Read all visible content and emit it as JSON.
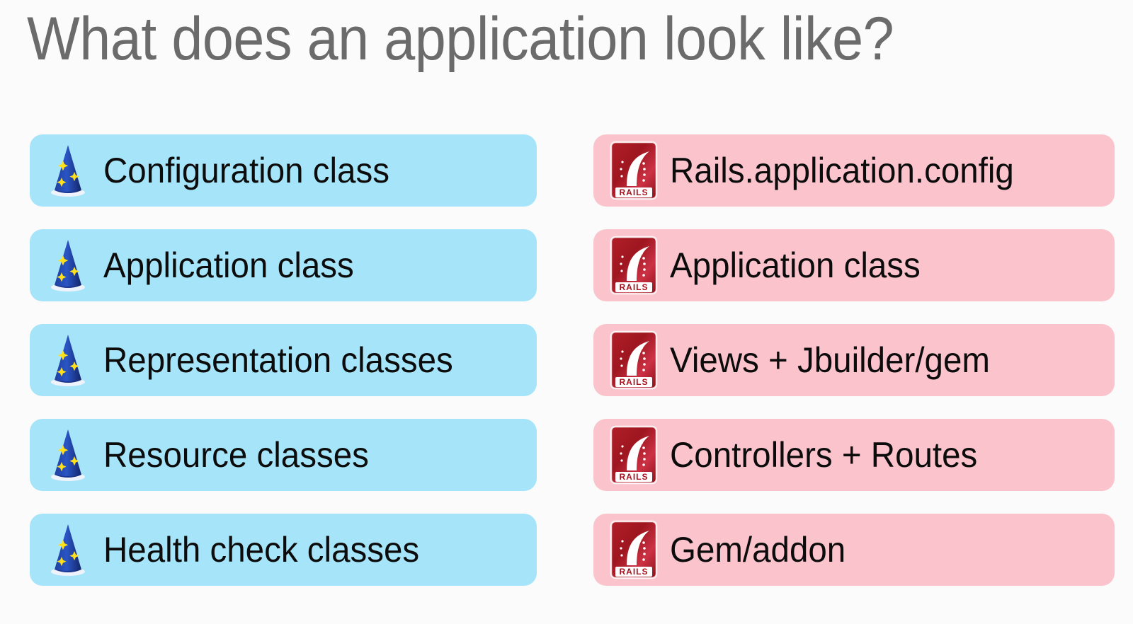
{
  "slide": {
    "title": "What does an application look like?",
    "background_color": "#fbfbfb",
    "title_color": "#6b6b6b"
  },
  "columns": {
    "left": {
      "accent_color": "#a6e5f9",
      "icon": "wizard-hat-icon",
      "items": [
        {
          "label": "Configuration class"
        },
        {
          "label": "Application class"
        },
        {
          "label": "Representation classes"
        },
        {
          "label": "Resource classes"
        },
        {
          "label": "Health check classes"
        }
      ]
    },
    "right": {
      "accent_color": "#fbc4cd",
      "icon": "rails-logo-icon",
      "icon_wordmark": "RAILS",
      "items": [
        {
          "label": "Rails.application.config"
        },
        {
          "label": "Application class"
        },
        {
          "label": "Views + Jbuilder/gem"
        },
        {
          "label": "Controllers + Routes"
        },
        {
          "label": "Gem/addon"
        }
      ]
    }
  }
}
